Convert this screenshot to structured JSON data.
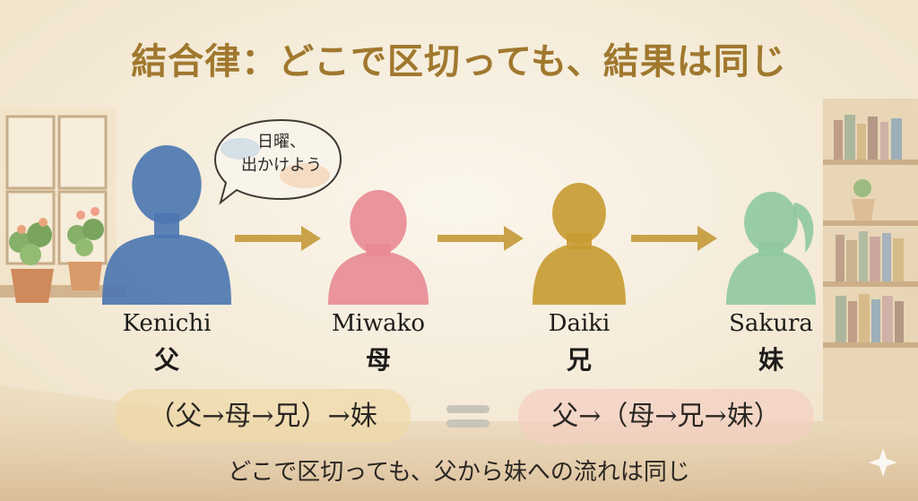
{
  "title": "結合律：どこで区切っても、結果は同じ",
  "speech_bubble": [
    "日曜、",
    "出かけよう"
  ],
  "people": [
    {
      "name": "Kenichi",
      "role": "父",
      "color": "#4a76b0"
    },
    {
      "name": "Miwako",
      "role": "母",
      "color": "#e88a94"
    },
    {
      "name": "Daiki",
      "role": "兄",
      "color": "#c79a30"
    },
    {
      "name": "Sakura",
      "role": "妹",
      "color": "#8fc9a0"
    }
  ],
  "arrow_color": "#c9a24a",
  "equation": {
    "left": "（父→母→兄）→妹",
    "right": "父→（母→兄→妹）",
    "equals_color": "#c9c4bb"
  },
  "caption": "どこで区切っても、父から妹への流れは同じ"
}
